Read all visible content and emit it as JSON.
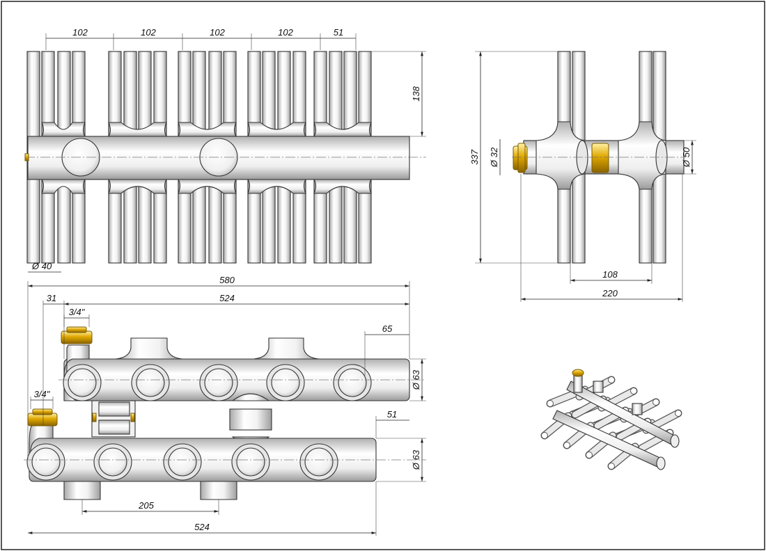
{
  "top_view": {
    "dims_top": [
      "102",
      "102",
      "102",
      "102",
      "51"
    ],
    "dim_right": "138",
    "dim_diameter": "Ø 40"
  },
  "side_view": {
    "dim_height": "337",
    "dim_inlet_diameter": "Ø 32",
    "dim_pipe_diameter": "Ø 50",
    "dim_spacing": "108",
    "dim_width": "220"
  },
  "front_view": {
    "dim_overall": "580",
    "dim_offset": "31",
    "dim_length_top": "524",
    "dim_thread_top": "3/4\"",
    "dim_end_top": "65",
    "dim_diam_top": "Ø 63",
    "dim_thread_bottom": "3/4\"",
    "dim_end_bottom": "51",
    "dim_diam_bottom": "Ø 63",
    "dim_port_spacing": "205",
    "dim_length_bottom": "524"
  },
  "colors": {
    "pipe_light": "#ffffff",
    "pipe_shadow": "#b9b9b9",
    "brass": "#e0a800",
    "line": "#222222"
  }
}
